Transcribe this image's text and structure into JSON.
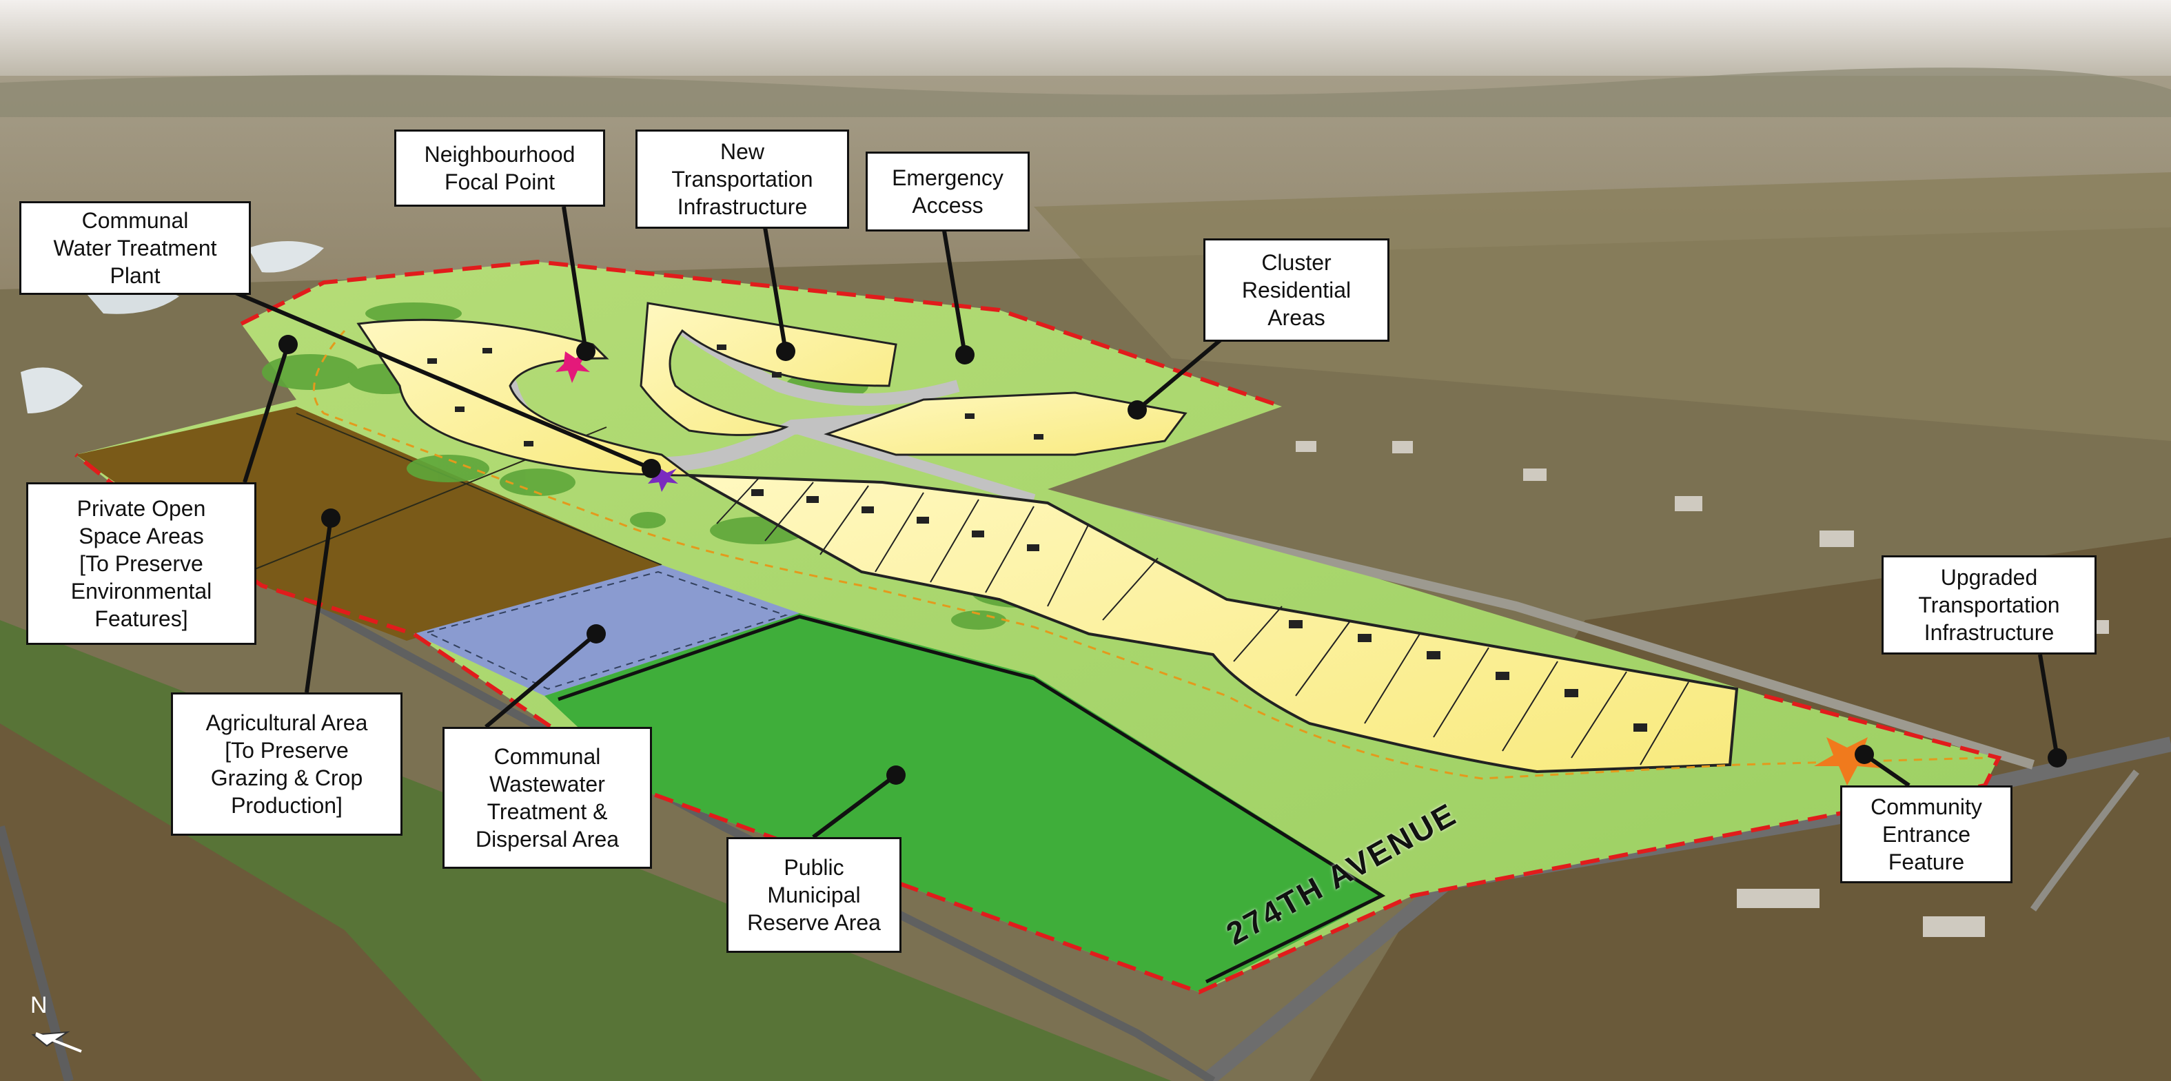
{
  "image": {
    "description_colors": {
      "sky": "#e7e3e0",
      "far_field": "#8e8672",
      "near_field": "#6f6a4f",
      "green_field": "#5c7a3a",
      "site_base": "#a7d36a",
      "residential": "#fdf29e",
      "agricultural": "#7a5a18",
      "wastewater": "#8a9bd0",
      "municipal_reserve": "#3fae3a",
      "boundary": "#e11c1c",
      "entrance": "#f07a1d",
      "focal_point": "#e4197a"
    }
  },
  "callouts": [
    {
      "id": "neighbourhood-focal-point",
      "text": "Neighbourhood\nFocal Point"
    },
    {
      "id": "new-transportation-infrastructure",
      "text": "New\nTransportation\nInfrastructure"
    },
    {
      "id": "emergency-access",
      "text": "Emergency\nAccess"
    },
    {
      "id": "communal-water-treatment-plant",
      "text": "Communal\nWater Treatment\nPlant"
    },
    {
      "id": "cluster-residential-areas",
      "text": "Cluster\nResidential\nAreas"
    },
    {
      "id": "private-open-space-areas",
      "text": "Private Open\nSpace Areas\n[To Preserve\nEnvironmental\nFeatures]"
    },
    {
      "id": "upgraded-transportation-infrastructure",
      "text": "Upgraded\nTransportation\nInfrastructure"
    },
    {
      "id": "agricultural-area",
      "text": "Agricultural Area\n[To Preserve\nGrazing & Crop\nProduction]"
    },
    {
      "id": "communal-wastewater-treatment",
      "text": "Communal\nWastewater\nTreatment &\nDispersal Area"
    },
    {
      "id": "public-municipal-reserve-area",
      "text": "Public\nMunicipal\nReserve Area"
    },
    {
      "id": "community-entrance-feature",
      "text": "Community\nEntrance\nFeature"
    }
  ],
  "road_label": "274TH AVENUE",
  "north_label": "N"
}
